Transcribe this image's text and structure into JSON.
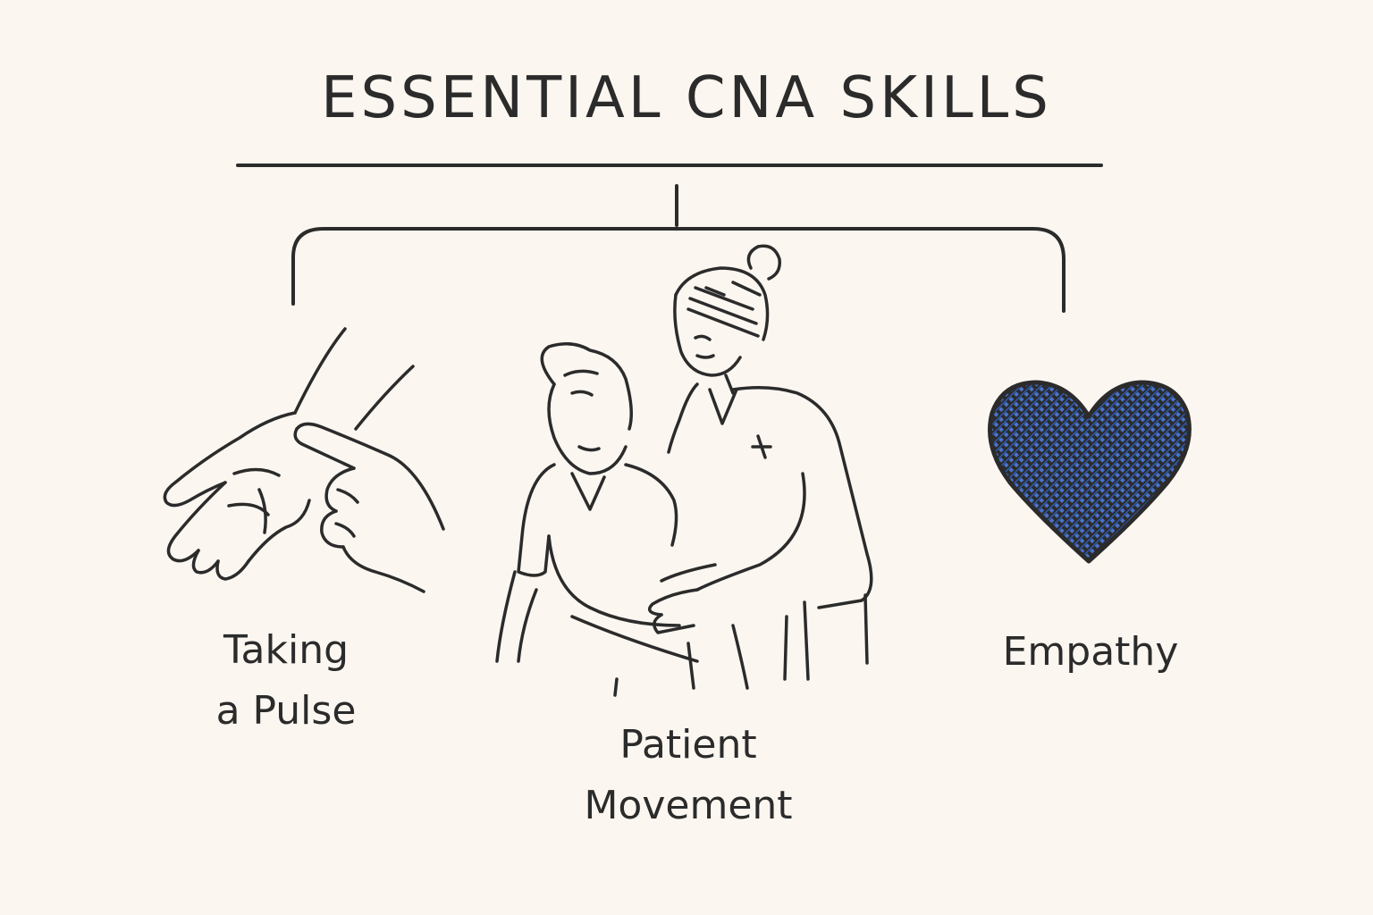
{
  "title": "ESSENTIAL CNA SKILLS",
  "skills": [
    {
      "line1": "Taking",
      "line2": "a Pulse",
      "icon": "hand-pulse-icon"
    },
    {
      "line1": "Patient",
      "line2": "Movement",
      "icon": "nurse-assisting-patient-icon"
    },
    {
      "line1": "Empathy",
      "icon": "heart-icon"
    }
  ],
  "colors": {
    "background": "#fbf6f0",
    "ink": "#2b2b2b",
    "heart": "#3f68bf"
  }
}
